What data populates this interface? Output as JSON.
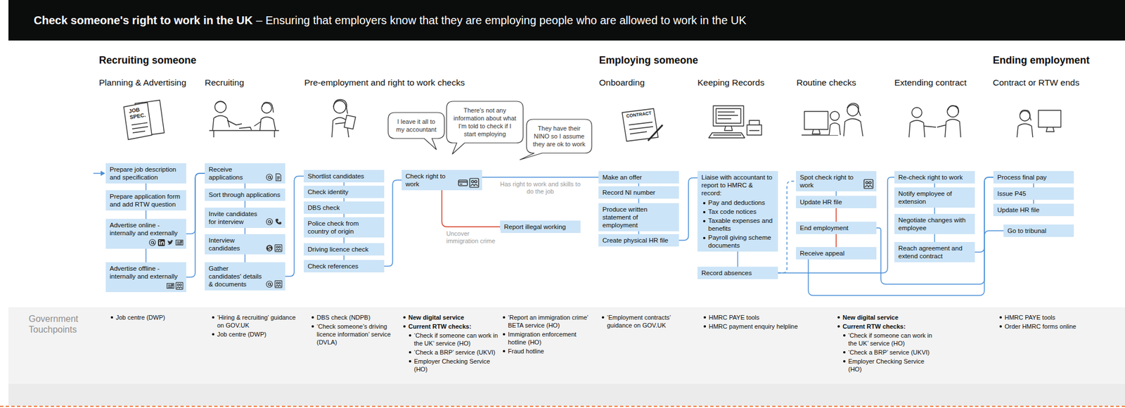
{
  "diagram": {
    "title": "Check someone's right to work in the UK",
    "nodes": [
      {
        "text": [
          "Prepare job description and specification"
        ]
      },
      {
        "text": [
          "Prepare application form and add RTW question"
        ]
      },
      {
        "text": [
          "Advertise online - internally and externally"
        ]
      },
      {
        "text": [
          "Advertise offline - internally and externally"
        ]
      },
      {
        "text": [
          "Receive applications"
        ]
      },
      {
        "text": [
          "Sort through applications"
        ]
      },
      {
        "text": [
          "Invite candidates for interview"
        ]
      },
      {
        "text": [
          "Interview candidates"
        ]
      },
      {
        "text": [
          "Gather candidates' details & documents"
        ]
      },
      {
        "text": [
          "Shortlist candidates"
        ]
      },
      {
        "text": [
          "Check identity"
        ]
      },
      {
        "text": [
          "DBS check"
        ]
      },
      {
        "text": [
          "Police check from country of origin"
        ]
      },
      {
        "text": [
          "Driving licence check"
        ]
      },
      {
        "text": [
          "Check references"
        ]
      },
      {
        "text": [
          "I leave it all to my accountant"
        ]
      },
      {
        "text": [
          "There's not any information about what I'm told to check if I start employing"
        ]
      },
      {
        "text": [
          "They have their NINO so I assume they are ok to work"
        ]
      },
      {
        "text": [
          "Check right to work"
        ]
      },
      {
        "text": [
          "Report illegal working"
        ]
      },
      {
        "text": [
          "Make an offer"
        ]
      },
      {
        "text": [
          "Record NI number"
        ]
      },
      {
        "text": [
          "Produce written statement of employment"
        ]
      },
      {
        "text": [
          "Create physical HR file"
        ]
      },
      {
        "text": [
          "Liaise with accountant to report to HMRC & record:",
          "Pay and deductions",
          "Tax code notices",
          "Taxable expenses and benefits",
          "Payroll giving scheme documents"
        ]
      },
      {
        "text": [
          "Record absences"
        ]
      },
      {
        "text": [
          "Spot check right to work"
        ]
      },
      {
        "text": [
          "Update HR file"
        ]
      },
      {
        "text": [
          "End employment"
        ]
      },
      {
        "text": [
          "Receive appeal"
        ]
      },
      {
        "text": [
          "Re-check right to work"
        ]
      },
      {
        "text": [
          "Notify employee of extension"
        ]
      },
      {
        "text": [
          "Negotiate changes with employee"
        ]
      },
      {
        "text": [
          "Reach agreement and extend contract"
        ]
      },
      {
        "text": [
          "Process final pay"
        ]
      },
      {
        "text": [
          "Issue P45"
        ]
      },
      {
        "text": [
          "Update HR file"
        ]
      },
      {
        "text": [
          "Go to tribunal"
        ]
      },
      {
        "text": [
          "Government Touchpoints",
          "Job centre (DWP)",
          "‘Hiring & recruiting’ guidance on GOV.UK",
          "Job centre (DWP)",
          "DBS check (NDPB)",
          "‘Check someone’s driving licence information’ service (DVLA)",
          "New digital service",
          "Current RTW checks:",
          "‘Check if someone can work in the UK’ service (HO)",
          "‘Check a BRP’ service (UKVI)",
          "Employer Checking Service (HO)",
          "‘Report an immigration crime’ BETA service (HO)",
          "Immigration enforcement hotline (HO)",
          "Fraud hotline",
          "‘Employment contracts’ guidance on GOV.UK",
          "HMRC PAYE tools",
          "HMRC payment enquiry helpline",
          "New digital service",
          "Current RTW checks:",
          "‘Check if someone can work in the UK’ service (HO)",
          "‘Check a BRP’ service (UKVI)",
          "Employer Checking Service (HO)",
          "HMRC PAYE tools",
          "Order HMRC forms online"
        ]
      }
    ],
    "edges": [
      {
        "from": 0,
        "to": 1,
        "arrow": "none"
      },
      {
        "from": 1,
        "to": 2,
        "arrow": "none"
      },
      {
        "from": 2,
        "to": 3,
        "arrow": "none"
      },
      {
        "from": 2,
        "to": 4,
        "arrow": "none"
      },
      {
        "from": 3,
        "to": 4,
        "arrow": "none"
      },
      {
        "from": 4,
        "to": 5,
        "arrow": "none"
      },
      {
        "from": 5,
        "to": 6,
        "arrow": "none"
      },
      {
        "from": 6,
        "to": 7,
        "arrow": "none"
      },
      {
        "from": 7,
        "to": 8,
        "arrow": "none"
      },
      {
        "from": 8,
        "to": 9,
        "arrow": "none"
      },
      {
        "from": 9,
        "to": 10,
        "arrow": "none"
      },
      {
        "from": 10,
        "to": 11,
        "arrow": "none"
      },
      {
        "from": 11,
        "to": 12,
        "arrow": "none"
      },
      {
        "from": 12,
        "to": 13,
        "arrow": "none"
      },
      {
        "from": 13,
        "to": 14,
        "arrow": "none"
      },
      {
        "from": 14,
        "to": 18,
        "arrow": "none"
      },
      {
        "from": 18,
        "to": 20,
        "label": "Has right to work and skills to do the job",
        "arrow": "none"
      },
      {
        "from": 18,
        "to": 19,
        "label": "Uncover immigration crime",
        "arrow": "none"
      },
      {
        "from": 20,
        "to": 21,
        "arrow": "none"
      },
      {
        "from": 21,
        "to": 22,
        "arrow": "none"
      },
      {
        "from": 22,
        "to": 23,
        "arrow": "none"
      },
      {
        "from": 23,
        "to": 24,
        "arrow": "none"
      },
      {
        "from": 24,
        "to": 25,
        "arrow": "none"
      },
      {
        "from": 25,
        "to": 26,
        "arrow": "none"
      },
      {
        "from": 26,
        "to": 27,
        "arrow": "none"
      },
      {
        "from": 27,
        "to": 28,
        "arrow": "none"
      },
      {
        "from": 28,
        "to": 29,
        "arrow": "none"
      },
      {
        "from": 25,
        "to": 30,
        "arrow": "none"
      },
      {
        "from": 30,
        "to": 31,
        "arrow": "none"
      },
      {
        "from": 31,
        "to": 32,
        "arrow": "none"
      },
      {
        "from": 32,
        "to": 33,
        "arrow": "none"
      },
      {
        "from": 33,
        "to": 34,
        "arrow": "none"
      },
      {
        "from": 28,
        "to": 34,
        "arrow": "none"
      },
      {
        "from": 29,
        "to": 37,
        "arrow": "none"
      },
      {
        "from": 34,
        "to": 35,
        "arrow": "none"
      },
      {
        "from": 35,
        "to": 36,
        "arrow": "none"
      }
    ],
    "labels": [
      "– Ensuring that employers know that they are employing people who are allowed to work in the UK",
      "Recruiting someone",
      "Employing someone",
      "Ending employment",
      "Planning & Advertising",
      "Recruiting",
      "Pre-employment and right to work checks",
      "Onboarding",
      "Keeping Records",
      "Routine checks",
      "Extending contract",
      "Contract or RTW ends",
      "JOB SPEC.",
      "CONTRACT"
    ]
  }
}
